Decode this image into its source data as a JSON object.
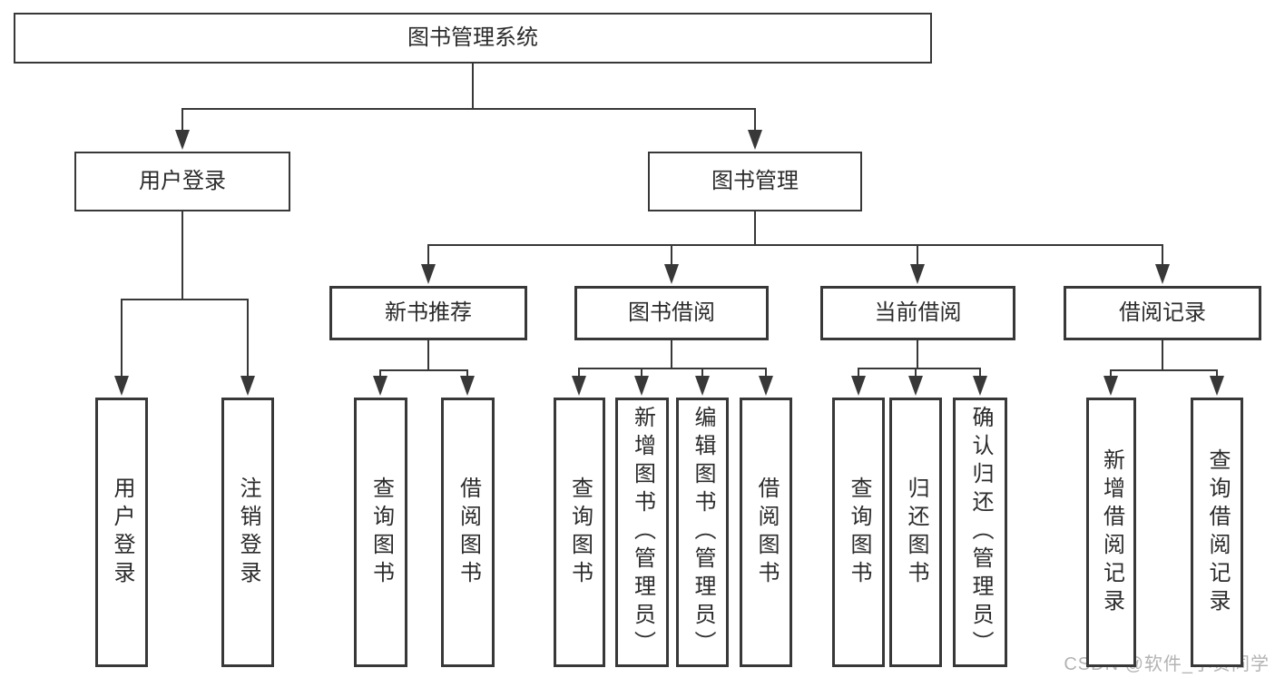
{
  "diagram_title": "图书管理系统",
  "nodes": [
    {
      "id": "root",
      "label": "图书管理系统",
      "parent": null
    },
    {
      "id": "user-login",
      "label": "用户登录",
      "parent": "root"
    },
    {
      "id": "book-mgmt",
      "label": "图书管理",
      "parent": "root"
    },
    {
      "id": "new-book-recommend",
      "label": "新书推荐",
      "parent": "book-mgmt"
    },
    {
      "id": "book-borrow",
      "label": "图书借阅",
      "parent": "book-mgmt"
    },
    {
      "id": "current-borrow",
      "label": "当前借阅",
      "parent": "book-mgmt"
    },
    {
      "id": "borrow-records",
      "label": "借阅记录",
      "parent": "book-mgmt"
    },
    {
      "id": "leaf-user-login",
      "label": "用户登录",
      "parent": "user-login"
    },
    {
      "id": "leaf-logout",
      "label": "注销登录",
      "parent": "user-login"
    },
    {
      "id": "leaf-query-books-1",
      "label": "查询图书",
      "parent": "new-book-recommend"
    },
    {
      "id": "leaf-borrow-books-1",
      "label": "借阅图书",
      "parent": "new-book-recommend"
    },
    {
      "id": "leaf-query-books-2",
      "label": "查询图书",
      "parent": "book-borrow"
    },
    {
      "id": "leaf-add-books",
      "label": "新增图书（管理员）",
      "parent": "book-borrow"
    },
    {
      "id": "leaf-edit-books",
      "label": "编辑图书（管理员）",
      "parent": "book-borrow"
    },
    {
      "id": "leaf-borrow-books-2",
      "label": "借阅图书",
      "parent": "book-borrow"
    },
    {
      "id": "leaf-query-books-3",
      "label": "查询图书",
      "parent": "current-borrow"
    },
    {
      "id": "leaf-return-books",
      "label": "归还图书",
      "parent": "current-borrow"
    },
    {
      "id": "leaf-confirm-return",
      "label": "确认归还（管理员）",
      "parent": "current-borrow"
    },
    {
      "id": "leaf-add-borrow-record",
      "label": "新增借阅记录",
      "parent": "borrow-records"
    },
    {
      "id": "leaf-query-borrow-record",
      "label": "查询借阅记录",
      "parent": "borrow-records"
    }
  ],
  "watermark": {
    "text": "CSDN @软件_小贺同学"
  },
  "colors": {
    "line": "#383838",
    "text": "#2b2b2b",
    "background": "#ffffff",
    "watermark": "#b3b3b3"
  }
}
